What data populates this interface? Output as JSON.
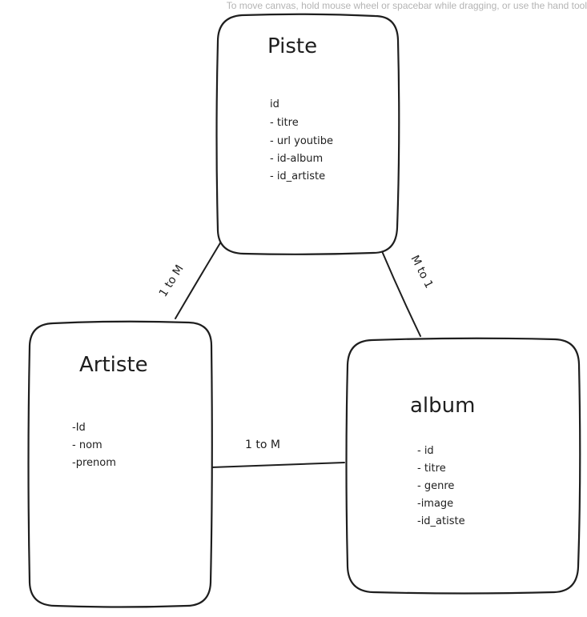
{
  "canvas_hint": "To move canvas, hold mouse wheel or spacebar while dragging, or use the hand tool",
  "entities": {
    "piste": {
      "title": "Piste",
      "fields": [
        "id",
        "- titre",
        "- url youtibe",
        "- id-album",
        "- id_artiste"
      ]
    },
    "artiste": {
      "title": "Artiste",
      "fields": [
        "-Id",
        "- nom",
        "-prenom"
      ]
    },
    "album": {
      "title": "album",
      "fields": [
        "- id",
        "- titre",
        "- genre",
        "-image",
        "-id_atiste"
      ]
    }
  },
  "relations": {
    "piste_artiste": "1 to M",
    "piste_album": "M to 1",
    "artiste_album": "1 to M"
  },
  "colors": {
    "stroke": "#1e1e1e",
    "hint": "#b4b4b4",
    "background": "#ffffff"
  }
}
